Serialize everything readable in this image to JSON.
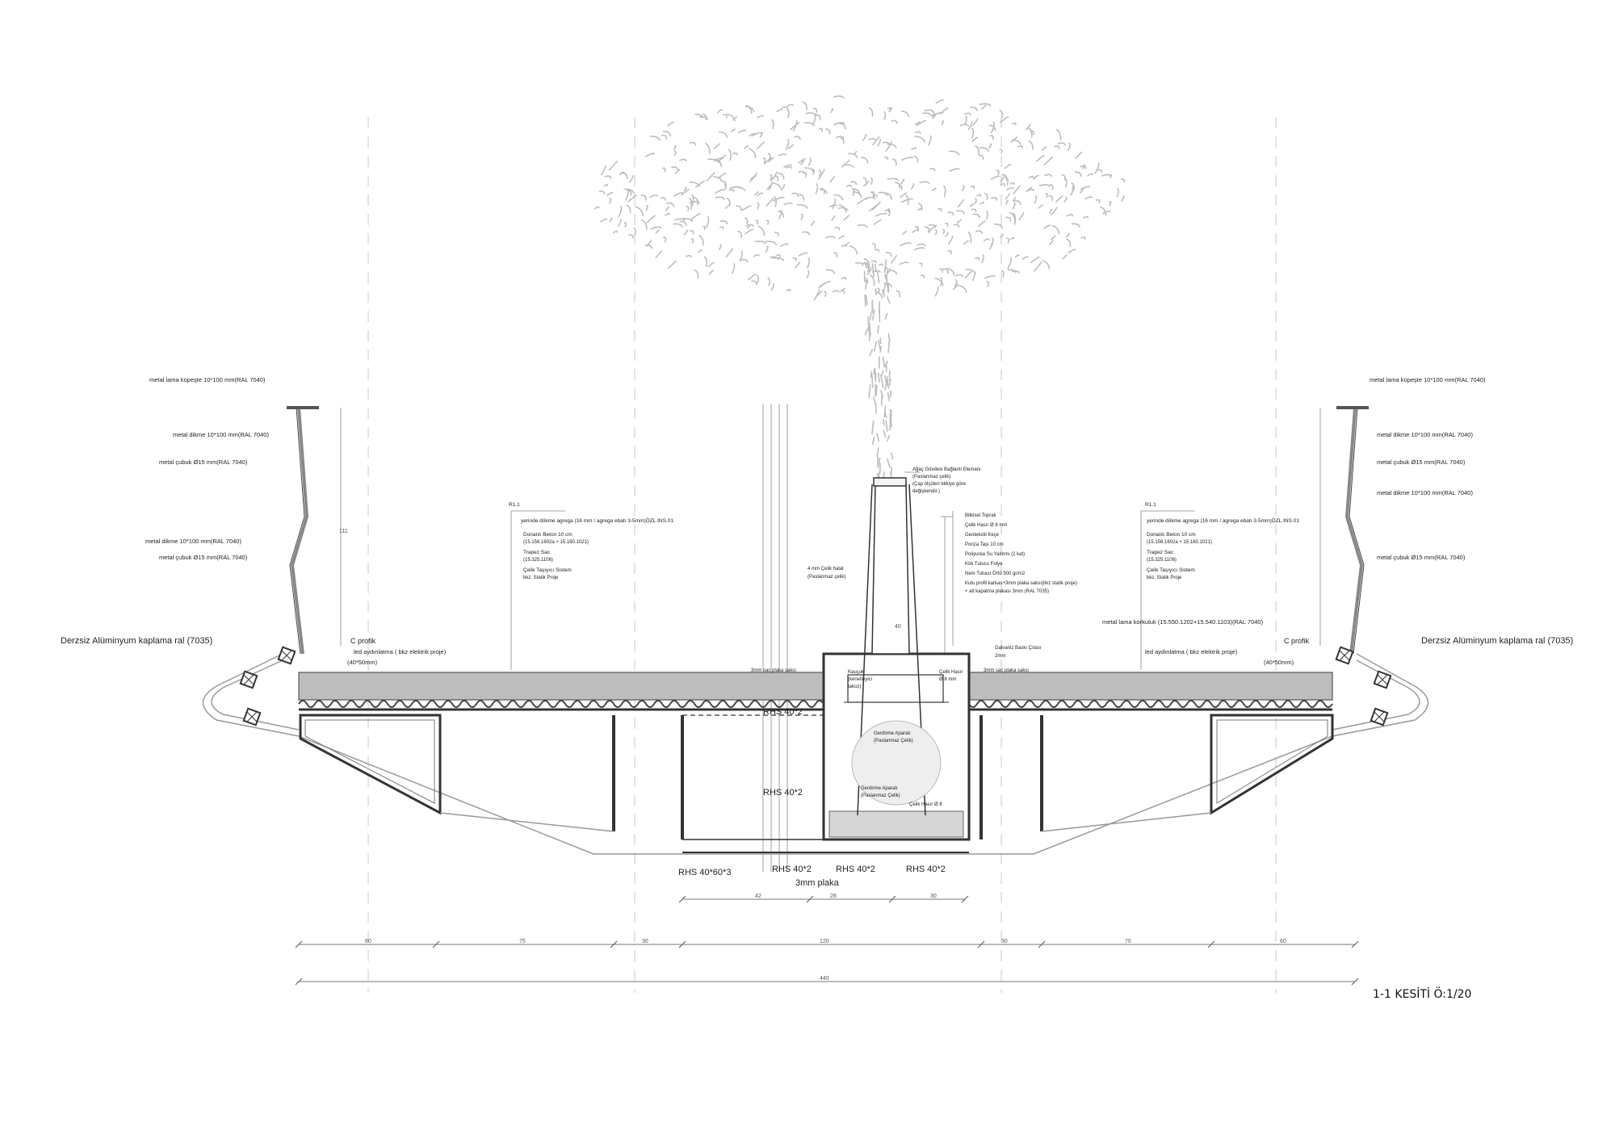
{
  "drawing": {
    "title": "1-1 KESİTİ Ö:1/20",
    "left_rail": [
      "metal lama küpeşte 10*100 mm(RAL 7040)",
      "metal dikme  10*100 mm(RAL 7040)",
      "metal çubuk  Ø15 mm(RAL 7040)",
      "metal dikme  10*100 mm(RAL 7040)",
      "metal çubuk  Ø15 mm(RAL 7040)"
    ],
    "right_rail": [
      "metal lama küpeşte 10*100 mm(RAL 7040)",
      "metal dikme  10*100 mm(RAL 7040)",
      "metal çubuk  Ø15 mm(RAL 7040)",
      "metal dikme  10*100 mm(RAL 7040)",
      "metal çubuk  Ø15 mm(RAL 7040)"
    ],
    "cladding_left": "Derzsiz Alüminyum kaplama ral (7035)",
    "cladding_right": "Derzsiz Alüminyum kaplama ral (7035)",
    "c_profile": "C profik",
    "c_profile_size": "(40*50mm)",
    "led_left": "led aydınlatma ( bkz elektrik proje)",
    "led_right": "led aydınlatma ( bkz elektrik proje)",
    "metal_rail_right": "metal lama korkuluk (15.550.1202+15.540.1103)(RAL 7040)",
    "layers": {
      "code": "R1.1",
      "l1": "yerinde dökme agrega (16 mm / agrega ebatı 3-5mm)ÖZL.INS.01",
      "l2": "Donatılı Beton 10 cm",
      "l2s": "(15.156.1602a + 15.160.1021)",
      "l3": "Trapez Sac",
      "l3s": "(15.325.1106)",
      "l4": "Çelik Taşıyıcı Sistem",
      "l4s": "bkz. Statik Proje"
    },
    "tree_labels": {
      "t1": "Ağaç Gövdesi Bağlantı Elemanı",
      "t2": "(Paslanmaz çelik)",
      "t3": "(Çap ölçüleri bitkiye göre",
      "t4": "değişkendir.)",
      "cable1": "4 mm Çelik halat",
      "cable2": "(Paslanmaz çelik)"
    },
    "planter_layers": [
      "Bitkisel Toprak",
      "Çelik Hasır Ø 8 mm",
      "Geotekstil Keçe",
      "Ponza Taşı 10 cm",
      "Poliyurea Su Yalıtımı (2 kat)",
      "Kök Tutucu Folyo",
      "Nem Tutucu Örtü 500 gr/m2",
      "Kutu profil karkas+3mm plaka saksı(bkz statik proje)",
      "+ alt kapatma plakası 3mm (RAL 7035)"
    ],
    "plates": {
      "left_plate": "3mm sac plaka saksı",
      "right_plate": "3mm sac plaka saksı",
      "galv1": "Galvaniz Baskı Çıtası",
      "galv2": "2mm",
      "rubber1": "Kauçuk",
      "rubber2": "(kenetleyici",
      "rubber3": "takoz)",
      "mesh1": "Çelik Hasır",
      "mesh2": "Ø 8 mm",
      "tension1": "Gerdirme Aparatı",
      "tension2": "(Paslanmaz Çelik)",
      "tension3": "Gerdirme Aparatı",
      "tension4": "(Paslanmaz Çelik)",
      "mesh3": "Çelik Hasır Ø 8"
    },
    "profiles": {
      "rhs_a": "RHS 40*2",
      "rhs_b": "RHS 40*2",
      "rhs_c": "RHS 40*60*3",
      "rhs_d": "RHS 40*2",
      "rhs_e": "RHS 40*2",
      "rhs_f": "RHS 40*2",
      "plate": "3mm plaka"
    },
    "dims": {
      "small": [
        "42",
        "28",
        "30"
      ],
      "main": [
        "60",
        "75",
        "30",
        "120",
        "30",
        "70",
        "60"
      ],
      "total": "440",
      "side": "111",
      "top": "40"
    }
  }
}
